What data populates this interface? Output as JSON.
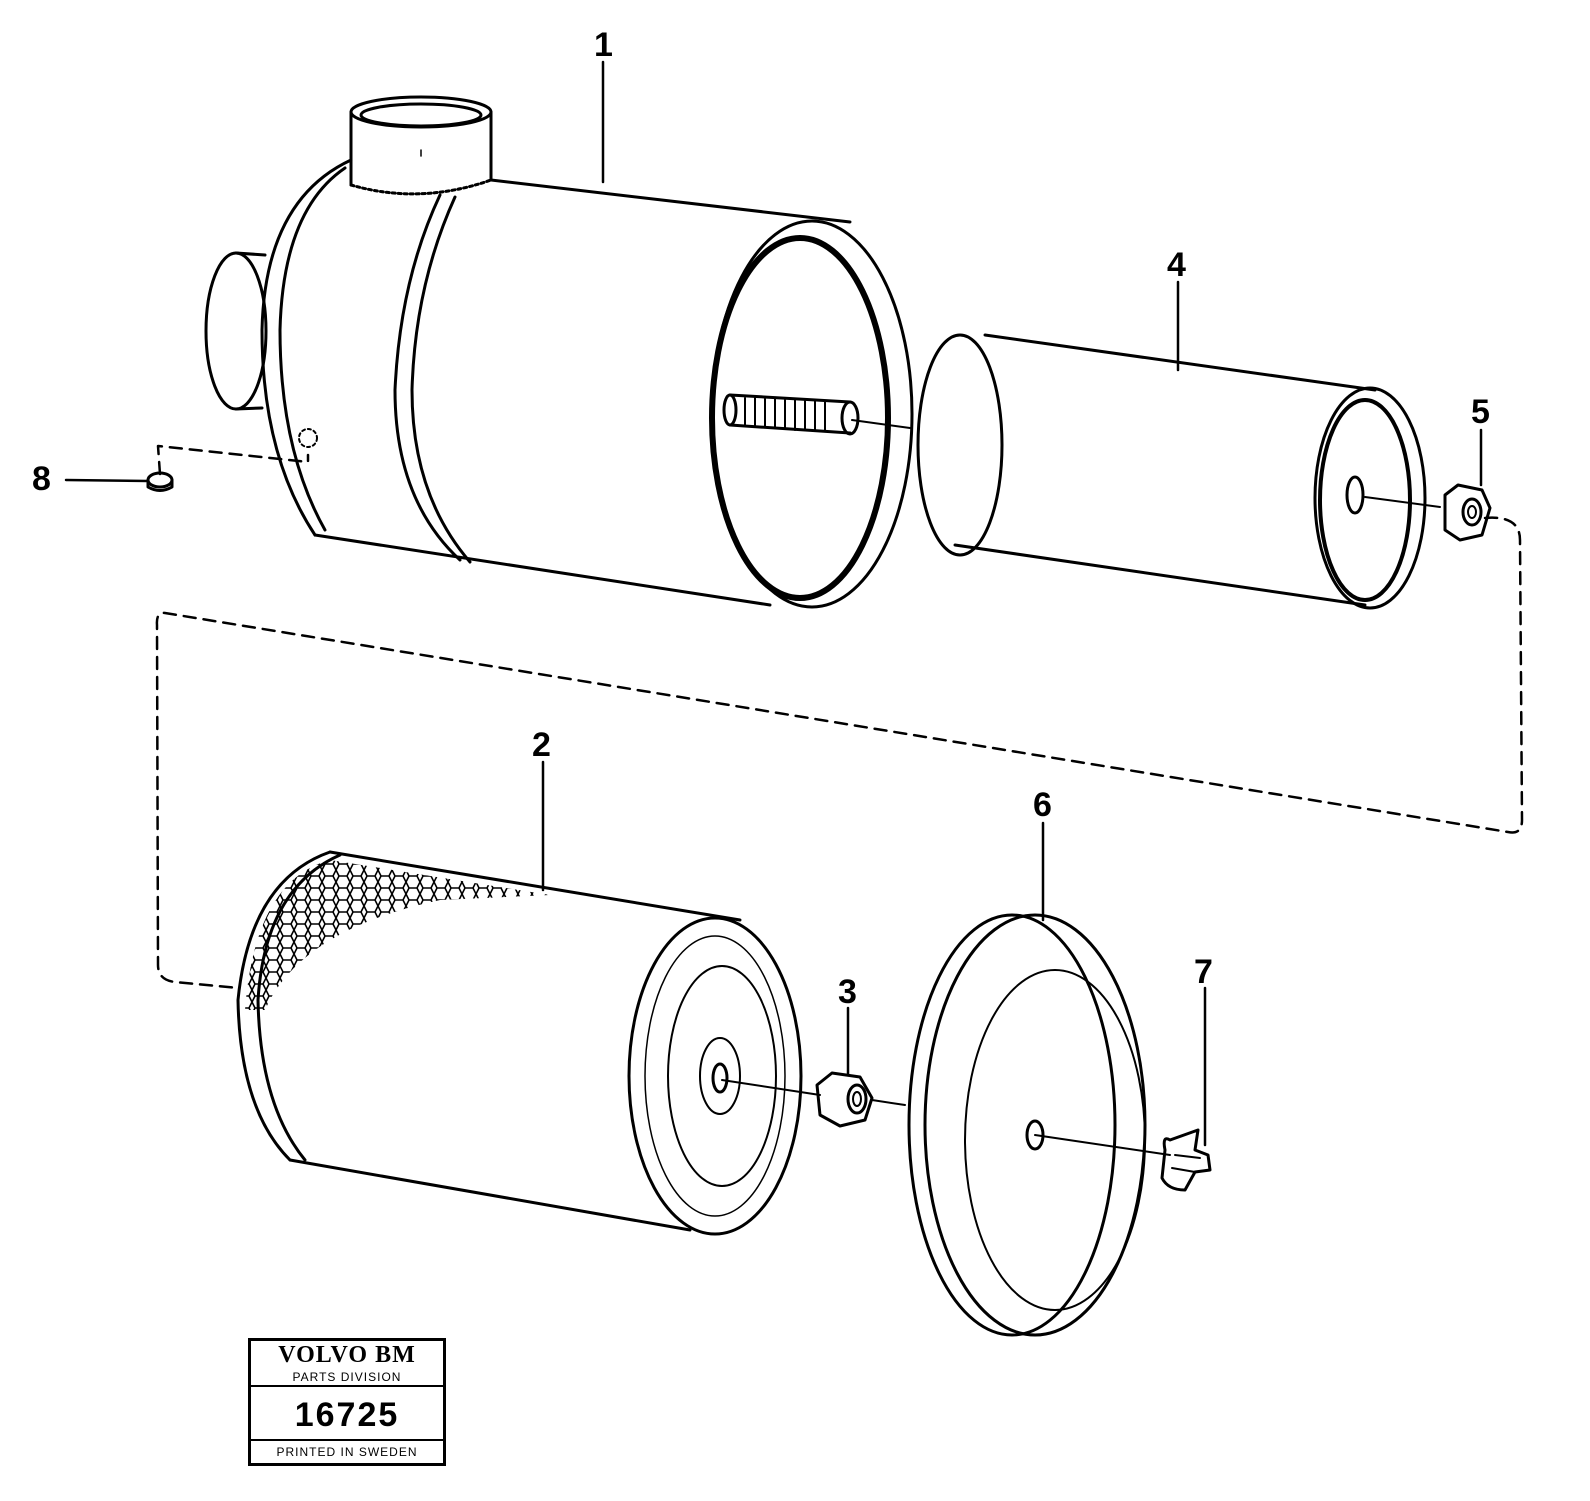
{
  "callouts": {
    "c1": "1",
    "c2": "2",
    "c3": "3",
    "c4": "4",
    "c5": "5",
    "c6": "6",
    "c7": "7",
    "c8": "8"
  },
  "stamp": {
    "brand": "VOLVO BM",
    "division": "PARTS DIVISION",
    "number": "16725",
    "printed": "PRINTED IN SWEDEN"
  }
}
